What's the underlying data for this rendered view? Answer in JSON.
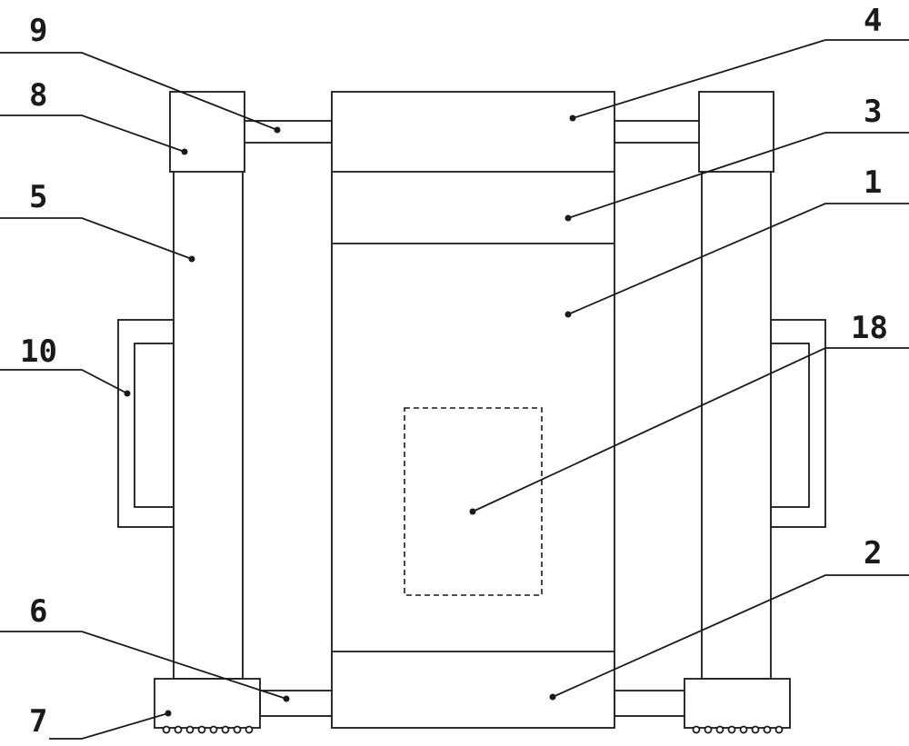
{
  "diagram": {
    "callouts": [
      {
        "id": "9",
        "label": "9"
      },
      {
        "id": "8",
        "label": "8"
      },
      {
        "id": "5",
        "label": "5"
      },
      {
        "id": "10",
        "label": "10"
      },
      {
        "id": "6",
        "label": "6"
      },
      {
        "id": "7",
        "label": "7"
      },
      {
        "id": "4",
        "label": "4"
      },
      {
        "id": "3",
        "label": "3"
      },
      {
        "id": "1",
        "label": "1"
      },
      {
        "id": "18",
        "label": "18"
      },
      {
        "id": "2",
        "label": "2"
      }
    ],
    "colors": {
      "line": "#1a1a1a",
      "background": "#ffffff"
    }
  }
}
